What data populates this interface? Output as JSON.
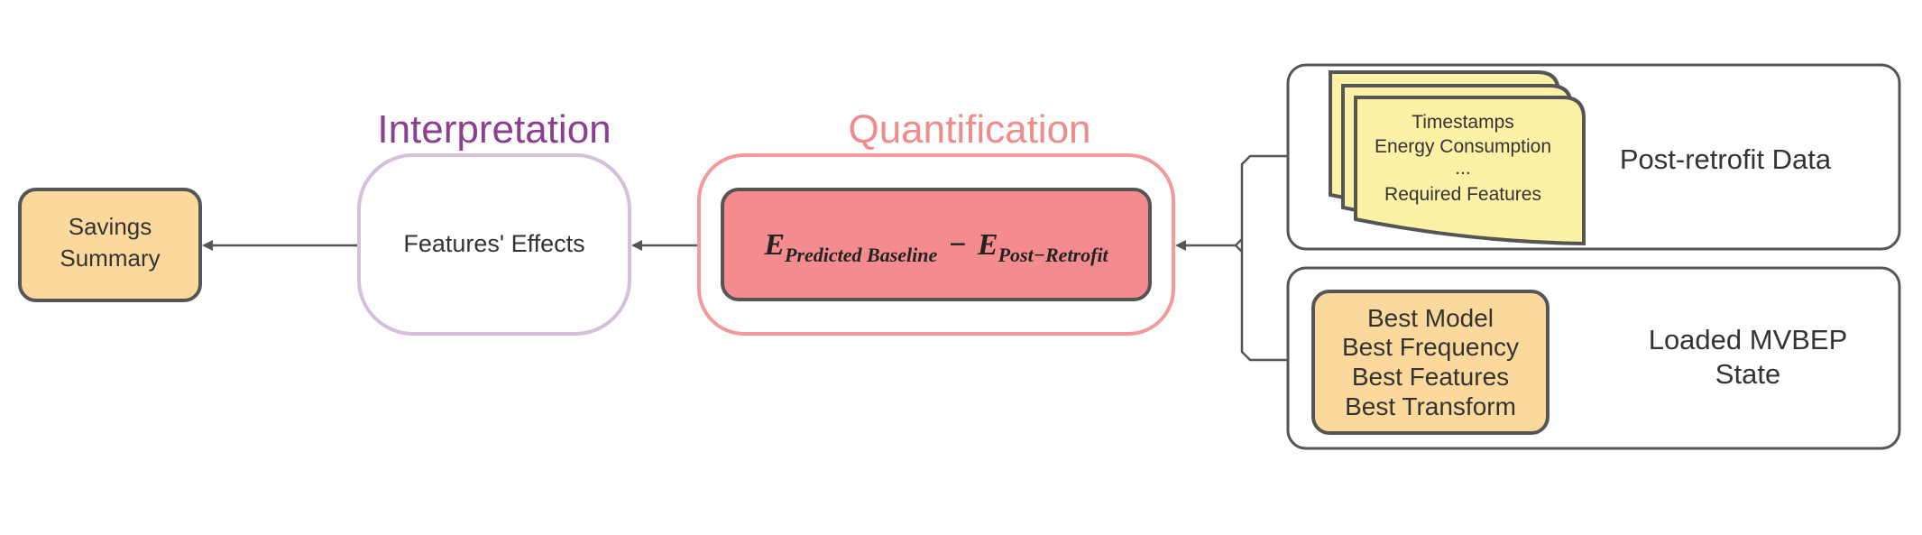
{
  "colors": {
    "savings_fill": "#fbd99c",
    "interpretation_stroke": "#d5bfdc",
    "interpretation_label": "#8b3f8f",
    "quantification_stroke": "#f3999b",
    "quantification_label": "#ef8b8b",
    "formula_fill": "#f48b8f",
    "stack_fill": "#fdf1a6",
    "state_fill": "#fbd99c",
    "outline": "#555555",
    "arrow": "#555555"
  },
  "savings": {
    "lines": [
      "Savings",
      "Summary"
    ]
  },
  "interpretation": {
    "label": "Interpretation",
    "content": "Features' Effects"
  },
  "quantification": {
    "label": "Quantification",
    "formula": {
      "term1": "E",
      "sub1": "Predicted Baseline",
      "operator": "−",
      "term2": "E",
      "sub2": "Post−Retrofit"
    }
  },
  "post_retrofit": {
    "label": "Post-retrofit Data",
    "stack_lines": [
      "Timestamps",
      "Energy Consumption",
      "...",
      "Required Features"
    ]
  },
  "mvbep_state": {
    "label_lines": [
      "Loaded MVBEP",
      "State"
    ],
    "items": [
      "Best Model",
      "Best Frequency",
      "Best Features",
      "Best Transform"
    ]
  }
}
